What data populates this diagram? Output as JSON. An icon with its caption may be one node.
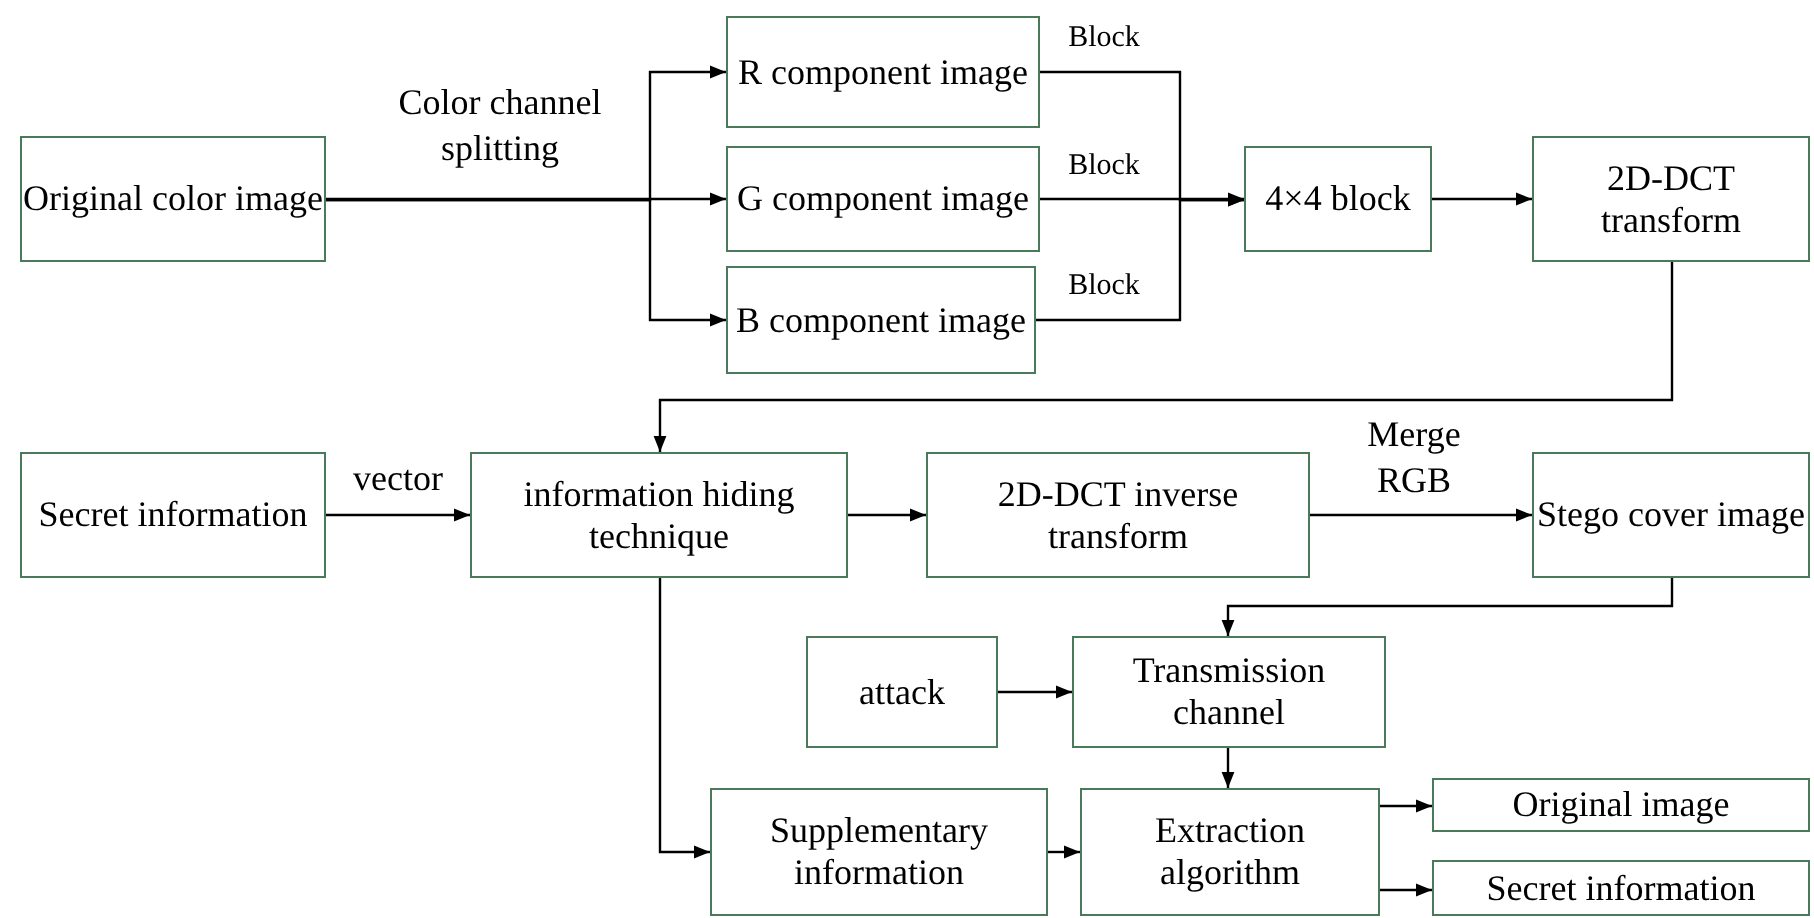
{
  "diagram": {
    "nodes": [
      {
        "text": [
          "Original color image"
        ]
      },
      {
        "text": [
          "R component image"
        ]
      },
      {
        "text": [
          "G component image"
        ]
      },
      {
        "text": [
          "B component image"
        ]
      },
      {
        "text": [
          "4×4 block"
        ]
      },
      {
        "text": [
          "2D-DCT transform"
        ]
      },
      {
        "text": [
          "Secret information"
        ]
      },
      {
        "text": [
          "information hiding technique"
        ]
      },
      {
        "text": [
          "2D-DCT inverse transform"
        ]
      },
      {
        "text": [
          "Stego cover image"
        ]
      },
      {
        "text": [
          "attack"
        ]
      },
      {
        "text": [
          "Transmission channel"
        ]
      },
      {
        "text": [
          "Supplementary information"
        ]
      },
      {
        "text": [
          "Extraction algorithm"
        ]
      },
      {
        "text": [
          "Original image"
        ]
      },
      {
        "text": [
          "Secret information"
        ]
      }
    ],
    "edges": [
      {
        "from": 0,
        "to": 1,
        "arrow": "to"
      },
      {
        "from": 0,
        "to": 2,
        "arrow": "to",
        "label": "Color channel splitting"
      },
      {
        "from": 0,
        "to": 3,
        "arrow": "to"
      },
      {
        "from": 1,
        "to": 4,
        "arrow": "to",
        "label": "Block"
      },
      {
        "from": 2,
        "to": 4,
        "arrow": "to",
        "label": "Block"
      },
      {
        "from": 3,
        "to": 4,
        "arrow": "to",
        "label": "Block"
      },
      {
        "from": 4,
        "to": 5,
        "arrow": "to"
      },
      {
        "from": 5,
        "to": 7,
        "arrow": "to"
      },
      {
        "from": 6,
        "to": 7,
        "arrow": "to",
        "label": "vector"
      },
      {
        "from": 7,
        "to": 8,
        "arrow": "to"
      },
      {
        "from": 8,
        "to": 9,
        "arrow": "to",
        "label": "Merge RGB"
      },
      {
        "from": 9,
        "to": 11,
        "arrow": "to"
      },
      {
        "from": 10,
        "to": 11,
        "arrow": "to"
      },
      {
        "from": 11,
        "to": 13,
        "arrow": "to"
      },
      {
        "from": 7,
        "to": 12,
        "arrow": "to"
      },
      {
        "from": 12,
        "to": 13,
        "arrow": "to"
      },
      {
        "from": 13,
        "to": 14,
        "arrow": "to"
      },
      {
        "from": 13,
        "to": 15,
        "arrow": "to"
      }
    ]
  }
}
